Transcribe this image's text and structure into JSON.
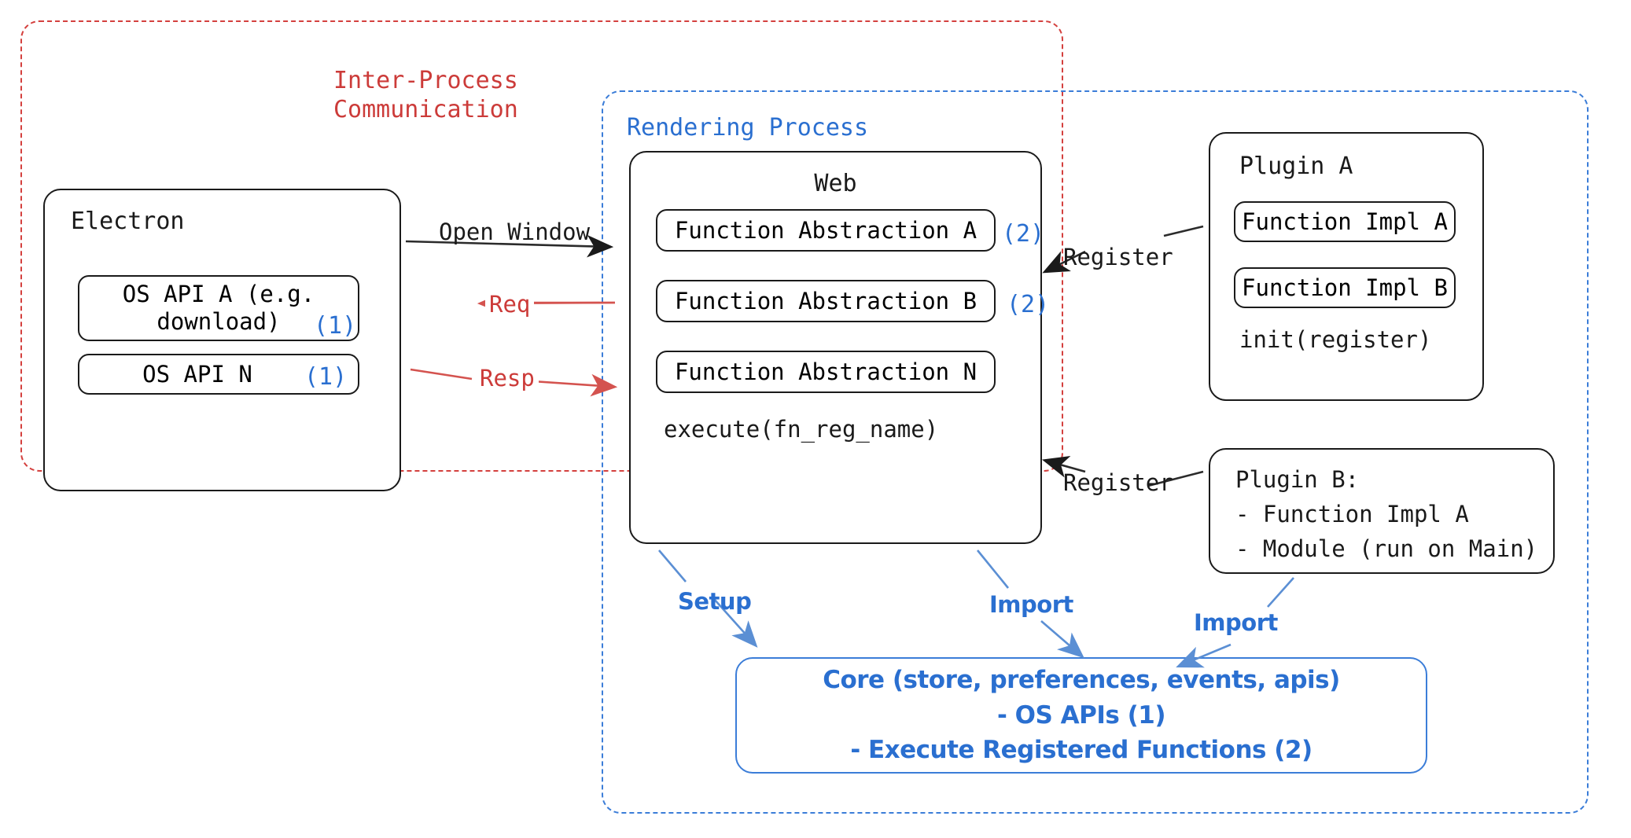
{
  "diagram": {
    "title": "Electron plugin architecture",
    "colors": {
      "ipc_red": "#cc3b39",
      "renderer_blue": "#2a6fd0",
      "core_blue": "#2a6fd0",
      "outline_black": "#1a1a1a"
    }
  },
  "regions": {
    "ipc": {
      "label_line1": "Inter-Process",
      "label_line2": "Communication"
    },
    "renderer": {
      "label": "Rendering Process"
    }
  },
  "electron": {
    "title": "Electron",
    "apis": [
      {
        "label": "OS API A (e.g.\ndownload)",
        "marker": "(1)"
      },
      {
        "label": "OS API N",
        "marker": "(1)"
      }
    ]
  },
  "web": {
    "title": "Web",
    "abstractions": [
      {
        "label": "Function Abstraction A",
        "marker": "(2)"
      },
      {
        "label": "Function Abstraction B",
        "marker": "(2)"
      },
      {
        "label": "Function Abstraction N",
        "marker": ""
      }
    ],
    "footer": "execute(fn_reg_name)"
  },
  "plugin_a": {
    "title": "Plugin A",
    "functions": [
      "Function Impl A",
      "Function Impl B"
    ],
    "footer": "init(register)"
  },
  "plugin_b": {
    "lines": [
      "Plugin B:",
      "- Function Impl A",
      "- Module (run on Main)"
    ]
  },
  "core": {
    "lines": [
      "Core (store, preferences, events, apis)",
      "- OS APIs (1)",
      "- Execute Registered Functions (2)"
    ]
  },
  "arrows": {
    "open_window": "Open Window",
    "req": "Req",
    "resp": "Resp",
    "register_a": "Register",
    "register_b": "Register",
    "setup": "Setup",
    "import_web": "Import",
    "import_plugin": "Import"
  }
}
